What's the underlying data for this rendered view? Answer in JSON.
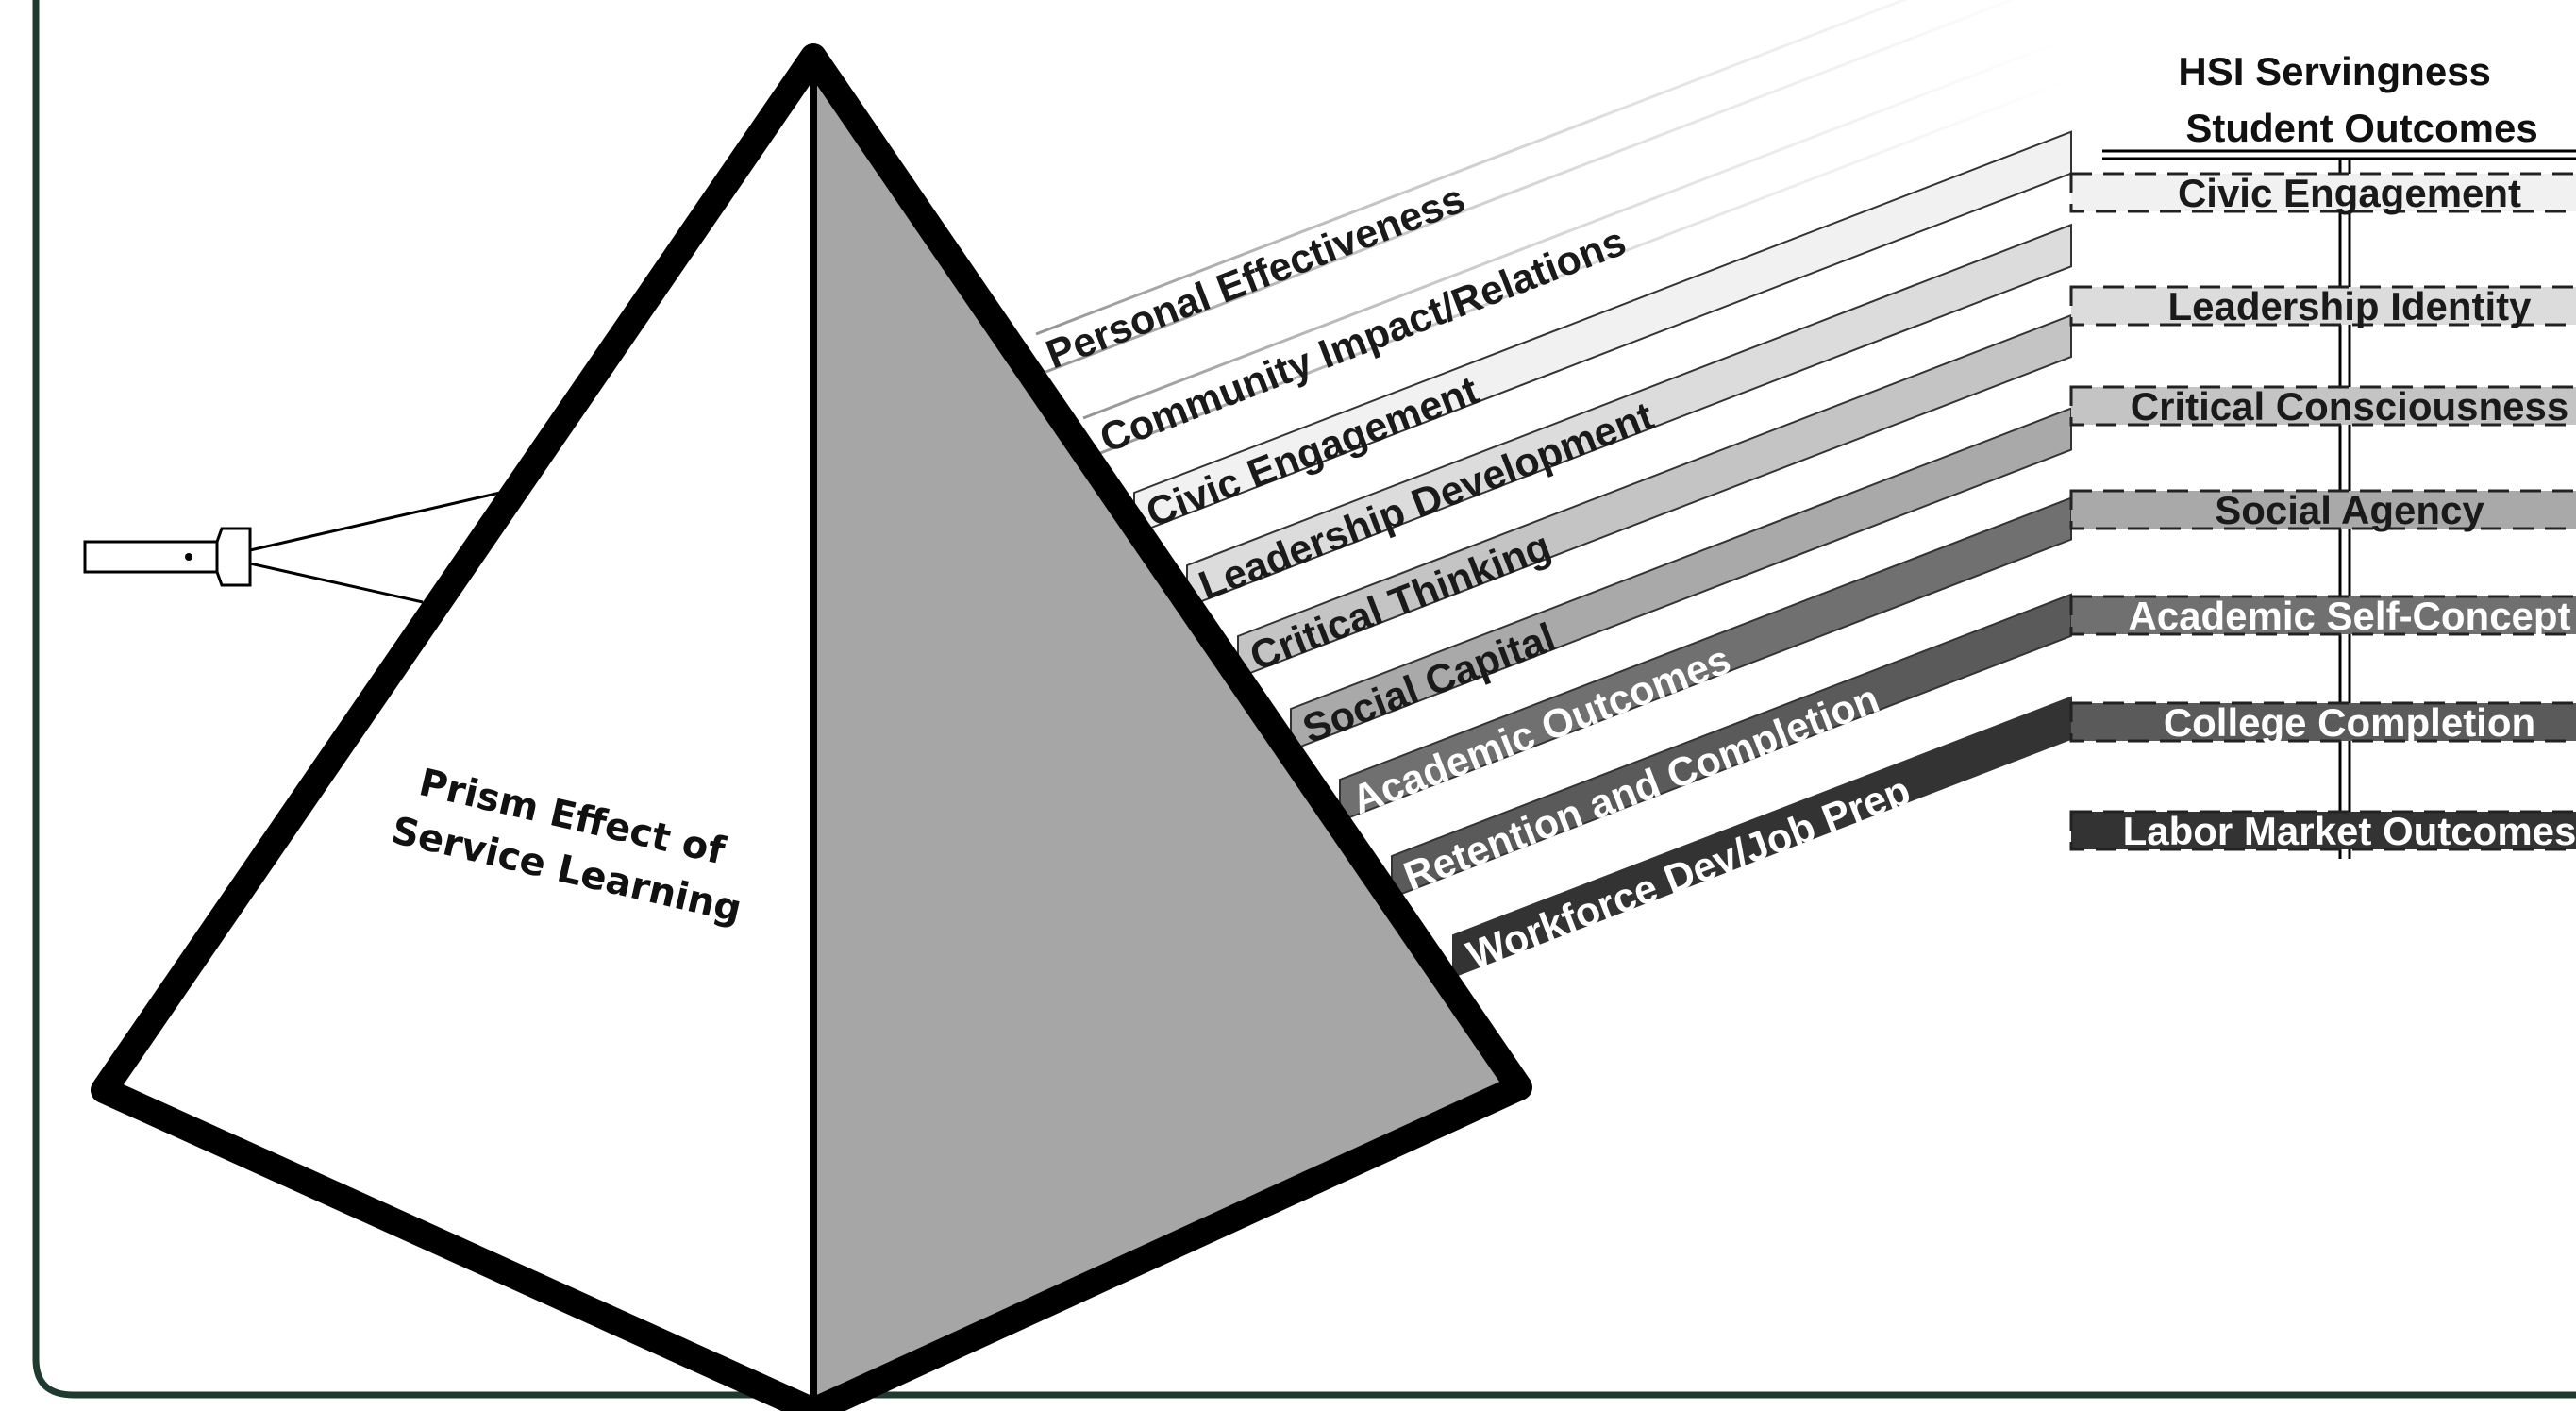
{
  "prism_label": [
    "Prism Effect of",
    "Service Learning"
  ],
  "outcomes_header": [
    "HSI Servingness",
    "Student Outcomes"
  ],
  "beams": [
    {
      "label": "Personal Effectiveness",
      "fill": "#ffffff",
      "text_color": "#1a1a1a",
      "faded": true
    },
    {
      "label": "Community Impact/Relations",
      "fill": "#ffffff",
      "text_color": "#1a1a1a",
      "faded": true
    },
    {
      "label": "Civic Engagement",
      "fill": "#f1f1f1",
      "text_color": "#1a1a1a",
      "faded": false
    },
    {
      "label": "Leadership Development",
      "fill": "#dcdcdc",
      "text_color": "#1a1a1a",
      "faded": false
    },
    {
      "label": "Critical Thinking",
      "fill": "#c4c4c4",
      "text_color": "#1a1a1a",
      "faded": false
    },
    {
      "label": "Social Capital",
      "fill": "#a9a9a9",
      "text_color": "#1a1a1a",
      "faded": false
    },
    {
      "label": "Academic Outcomes",
      "fill": "#707070",
      "text_color": "#ffffff",
      "faded": false
    },
    {
      "label": "Retention and Completion",
      "fill": "#5a5a5a",
      "text_color": "#ffffff",
      "faded": false
    },
    {
      "label": "Workforce Dev/Job Prep",
      "fill": "#333333",
      "text_color": "#ffffff",
      "faded": false
    }
  ],
  "outcomes": [
    {
      "label": "Civic Engagement",
      "fill": "#f1f1f1",
      "text_color": "#1a1a1a"
    },
    {
      "label": "Leadership Identity",
      "fill": "#dcdcdc",
      "text_color": "#1a1a1a"
    },
    {
      "label": "Critical Consciousness",
      "fill": "#c4c4c4",
      "text_color": "#1a1a1a"
    },
    {
      "label": "Social Agency",
      "fill": "#a9a9a9",
      "text_color": "#1a1a1a"
    },
    {
      "label": "Academic Self-Concept",
      "fill": "#707070",
      "text_color": "#ffffff"
    },
    {
      "label": "College Completion",
      "fill": "#5a5a5a",
      "text_color": "#ffffff"
    },
    {
      "label": "Labor Market Outcomes",
      "fill": "#333333",
      "text_color": "#ffffff"
    }
  ],
  "colors": {
    "frame_border": "#1f3a2e",
    "prism_outline": "#000000",
    "prism_front": "#ffffff",
    "prism_side": "#a6a6a6",
    "flashlight": "#ffffff"
  }
}
